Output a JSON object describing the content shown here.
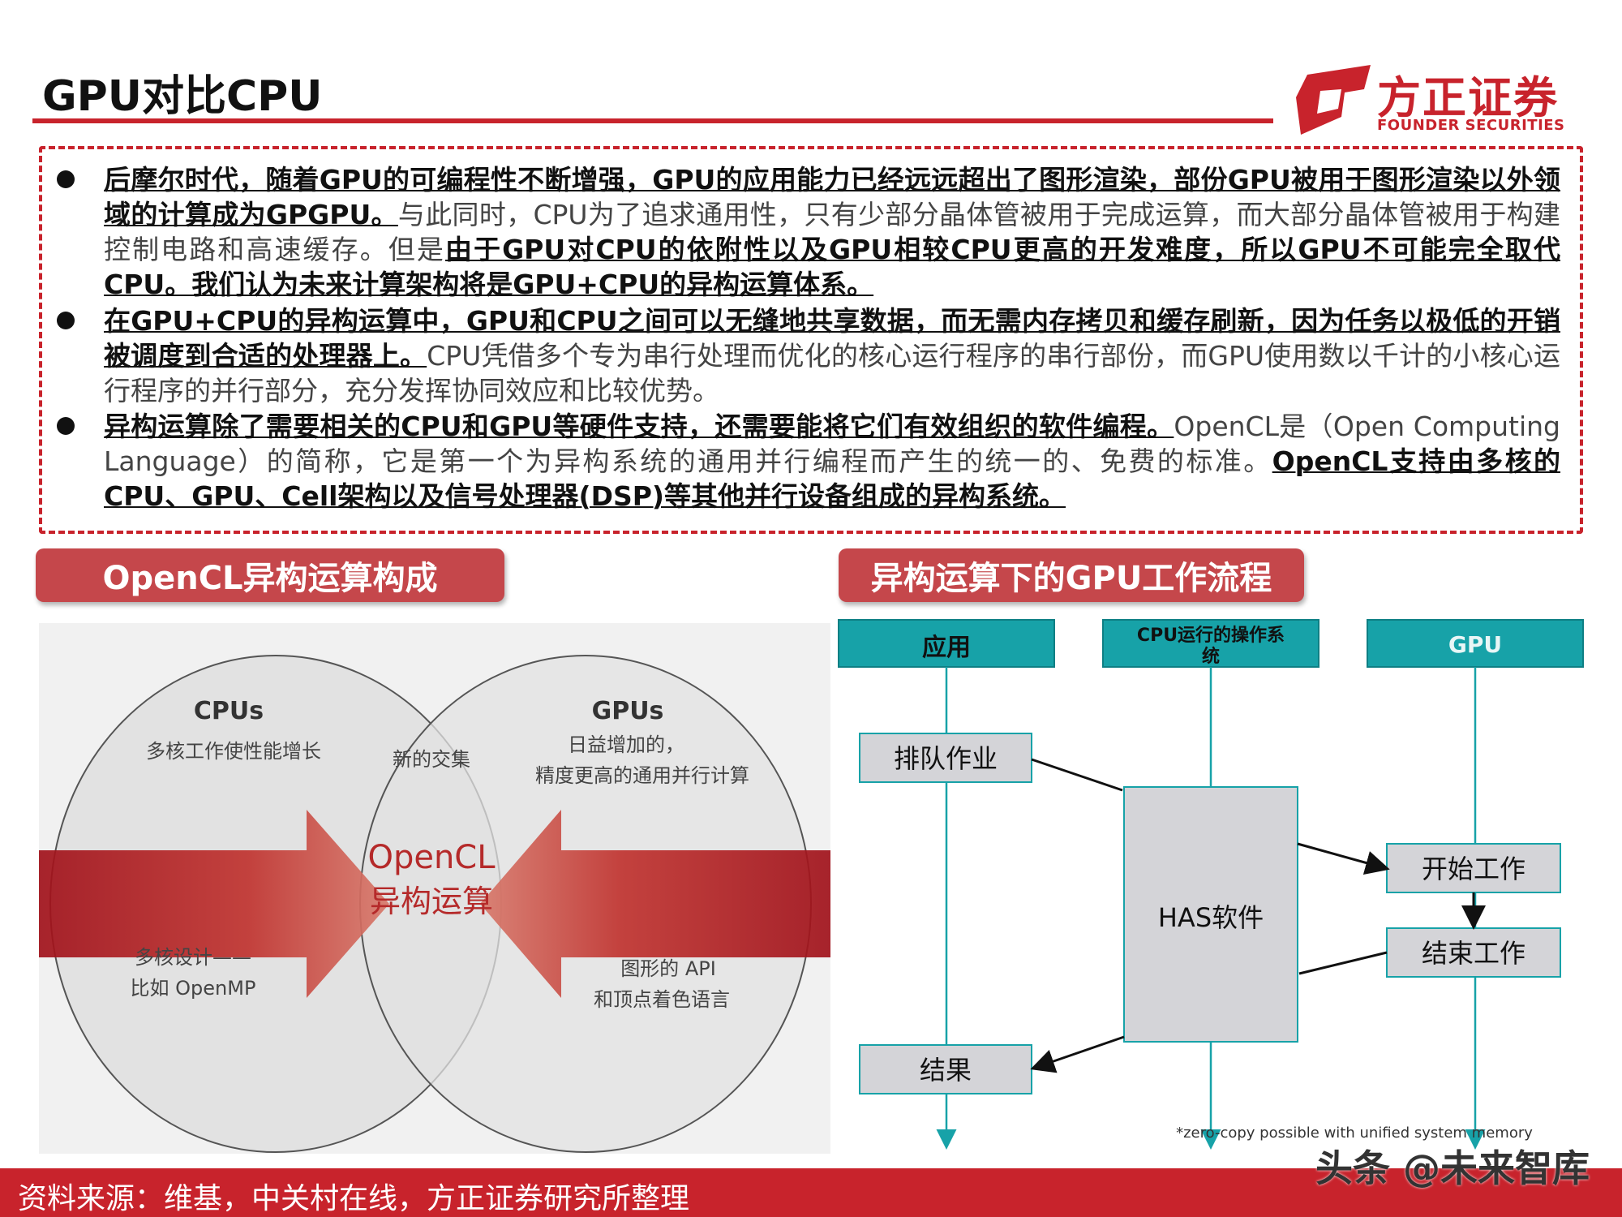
{
  "header": {
    "title": "GPU对比CPU",
    "logo_cn": "方正证券",
    "logo_en": "FOUNDER SECURITIES"
  },
  "bullets": [
    {
      "segments": [
        {
          "text": "后摩尔时代，随着GPU的可编程性不断增强，GPU的应用能力已经远远超出了图形渲染，部份GPU被用于图形渲染以外领域的计算成为GPGPU。",
          "emphasis": true
        },
        {
          "text": "与此同时，CPU为了追求通用性，只有少部分晶体管被用于完成运算，而大部分晶体管被用于构建控制电路和高速缓存。但是",
          "emphasis": false
        },
        {
          "text": "由于GPU对CPU的依附性以及GPU相较CPU更高的开发难度，所以GPU不可能完全取代CPU。我们认为未来计算架构将是GPU+CPU的异构运算体系。",
          "emphasis": true
        }
      ]
    },
    {
      "segments": [
        {
          "text": "在GPU+CPU的异构运算中，GPU和CPU之间可以无缝地共享数据，而无需内存拷贝和缓存刷新，因为任务以极低的开销被调度到合适的处理器上。",
          "emphasis": true
        },
        {
          "text": "CPU凭借多个专为串行处理而优化的核心运行程序的串行部份，而GPU使用数以千计的小核心运行程序的并行部分，充分发挥协同效应和比较优势。",
          "emphasis": false
        }
      ]
    },
    {
      "segments": [
        {
          "text": "异构运算除了需要相关的CPU和GPU等硬件支持，还需要能将它们有效组织的软件编程。",
          "emphasis": true
        },
        {
          "text": "OpenCL是（Open Computing Language）的简称，它是第一个为异构系统的通用并行编程而产生的统一的、免费的标准。",
          "emphasis": false
        },
        {
          "text": "OpenCL支持由多核的CPU、GPU、Cell架构以及信号处理器(DSP)等其他并行设备组成的异构系统。",
          "emphasis": true
        }
      ]
    }
  ],
  "left_section": {
    "tab_label": "OpenCL异构运算构成",
    "venn": {
      "left_title": "CPUs",
      "left_subtitle": "多核工作使性能增长",
      "left_bottom_1": "多核设计——",
      "left_bottom_2": "比如 OpenMP",
      "center_top": "新的交集",
      "center_1": "OpenCL",
      "center_2": "异构运算",
      "right_title": "GPUs",
      "right_subtitle_1": "日益增加的，",
      "right_subtitle_2": "精度更高的通用并行计算",
      "right_bottom_1": "图形的 API",
      "right_bottom_2": "和顶点着色语言"
    }
  },
  "right_section": {
    "tab_label": "异构运算下的GPU工作流程",
    "flow": {
      "lane_app": "应用",
      "lane_os_1": "CPU运行的操作系",
      "lane_os_2": "统",
      "lane_gpu": "GPU",
      "box_queue": "排队作业",
      "box_has": "HAS软件",
      "box_start": "开始工作",
      "box_end": "结束工作",
      "box_result": "结果",
      "note": "*zero-copy possible with unified system memory"
    }
  },
  "footer": {
    "source": "资料来源：维基，中关村在线，方正证券研究所整理",
    "watermark": "头条 @未来智库"
  },
  "colors": {
    "brand_red": "#c8232c",
    "tab_red": "#c5474b",
    "lane_teal": "#17a2a8",
    "box_gray": "#d4d4d8"
  }
}
